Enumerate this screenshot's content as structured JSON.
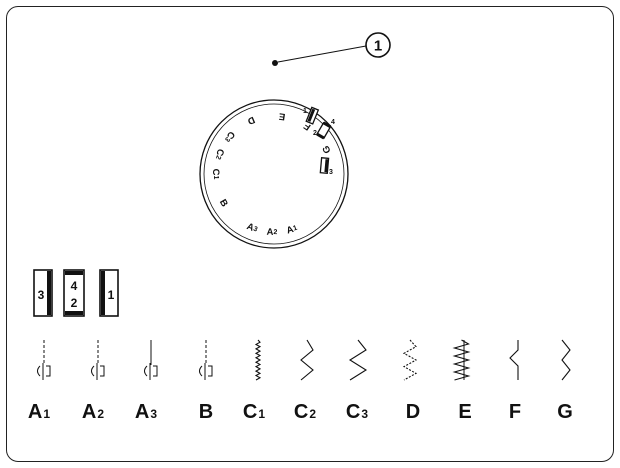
{
  "callout": {
    "number": "1"
  },
  "dial": {
    "labels": [
      {
        "main": "A",
        "sub": "1"
      },
      {
        "main": "A",
        "sub": "2"
      },
      {
        "main": "A",
        "sub": "3"
      },
      {
        "main": "B",
        "sub": ""
      },
      {
        "main": "C",
        "sub": "1"
      },
      {
        "main": "C",
        "sub": "2"
      },
      {
        "main": "C",
        "sub": "3"
      },
      {
        "main": "D",
        "sub": ""
      },
      {
        "main": "E",
        "sub": ""
      },
      {
        "main": "F",
        "sub": ""
      },
      {
        "main": "G",
        "sub": ""
      }
    ],
    "box_numbers": [
      "1",
      "2",
      "4",
      "3"
    ]
  },
  "buttonhole_boxes": [
    {
      "labels": [
        "3"
      ]
    },
    {
      "labels": [
        "4",
        "2"
      ]
    },
    {
      "labels": [
        "1"
      ]
    }
  ],
  "stitch_legend": [
    {
      "main": "A",
      "sub": "1",
      "icon": "buttonhole-stitch-icon"
    },
    {
      "main": "A",
      "sub": "2",
      "icon": "buttonhole-stitch-icon"
    },
    {
      "main": "A",
      "sub": "3",
      "icon": "buttonhole-stitch-icon"
    },
    {
      "main": "B",
      "sub": "",
      "icon": "buttonhole-stitch-icon"
    },
    {
      "main": "C",
      "sub": "1",
      "icon": "fine-zigzag-stitch-icon"
    },
    {
      "main": "C",
      "sub": "2",
      "icon": "zigzag-stitch-icon"
    },
    {
      "main": "C",
      "sub": "3",
      "icon": "wide-zigzag-stitch-icon"
    },
    {
      "main": "D",
      "sub": "",
      "icon": "three-step-zigzag-stitch-icon"
    },
    {
      "main": "E",
      "sub": "",
      "icon": "overcast-stitch-icon"
    },
    {
      "main": "F",
      "sub": "",
      "icon": "blind-hem-stitch-icon"
    },
    {
      "main": "G",
      "sub": "",
      "icon": "elastic-blind-hem-stitch-icon"
    }
  ]
}
